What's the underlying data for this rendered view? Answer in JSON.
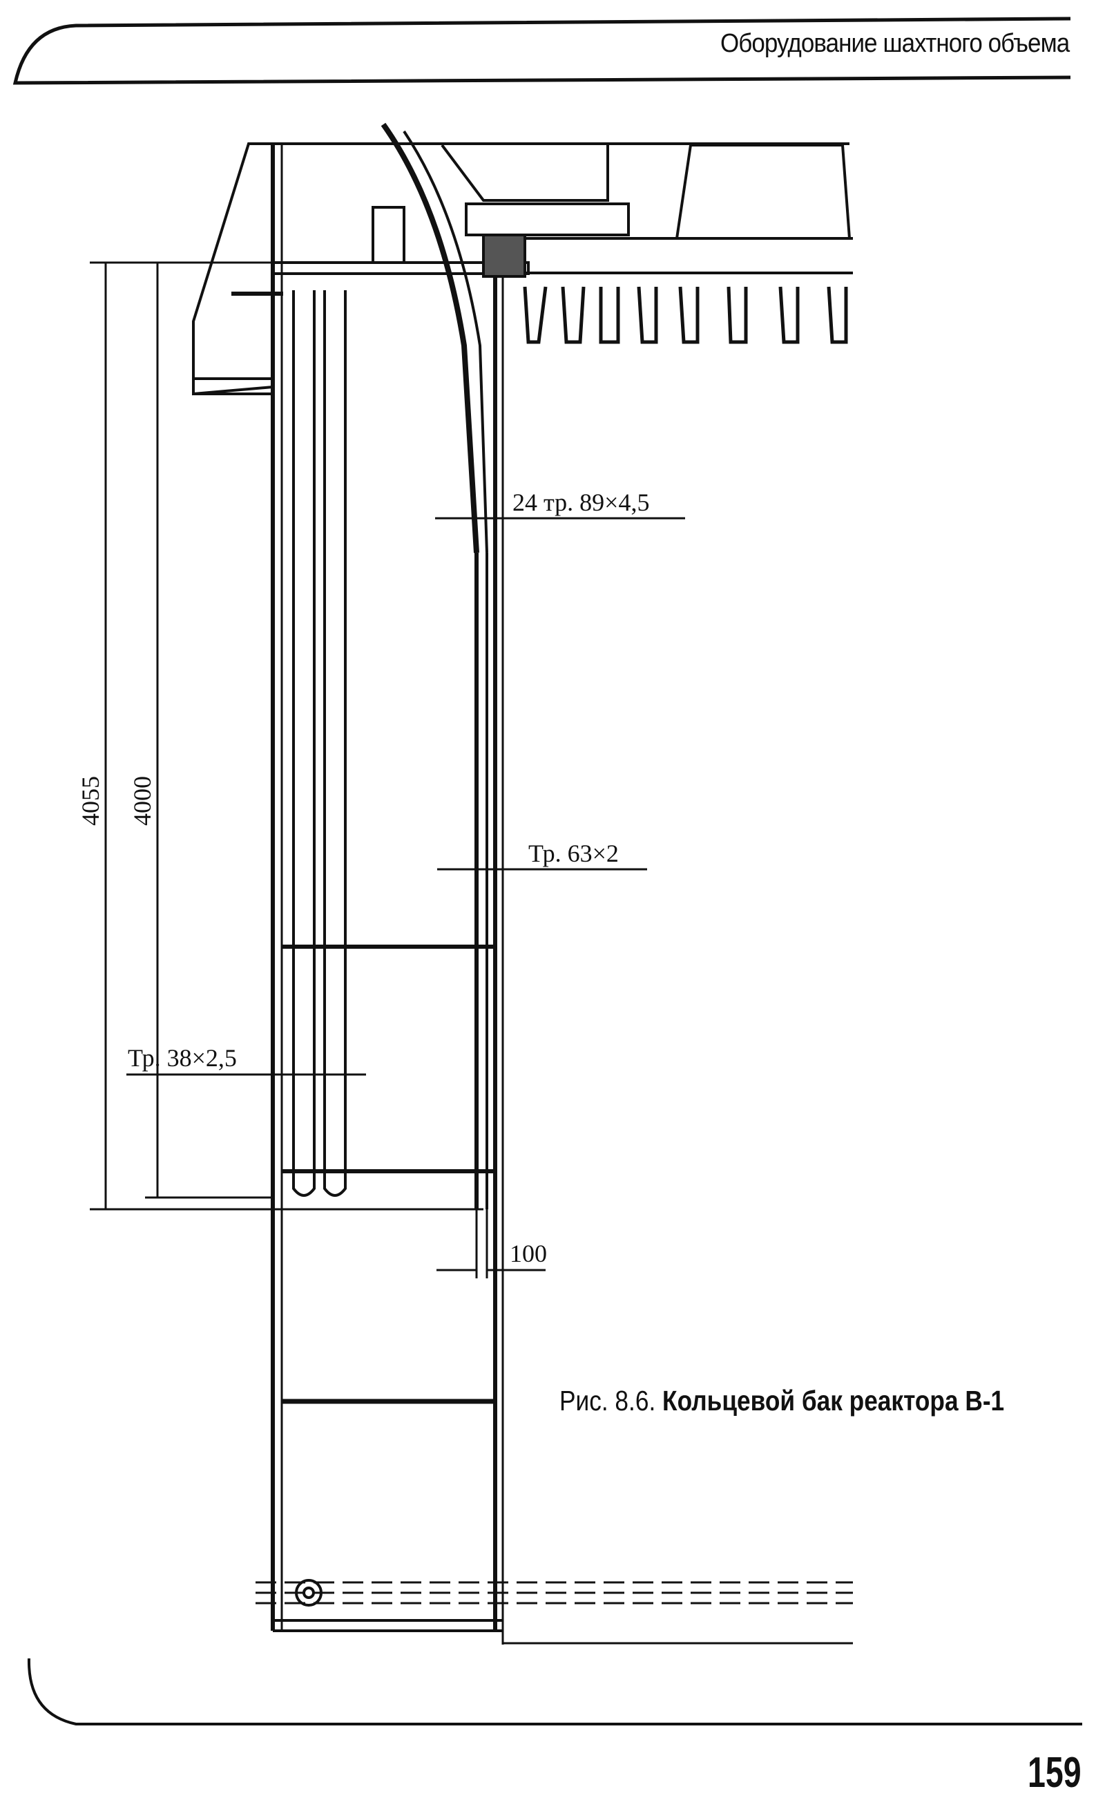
{
  "header": {
    "running_title": "Оборудование шахтного объема"
  },
  "figure": {
    "dimensions": {
      "overall_height": "4055",
      "tube_height": "4000",
      "pipe_89": "24 тр. 89×4,5",
      "pipe_63": "Тр. 63×2",
      "pipe_38": "Тр. 38×2,5",
      "gap": "100"
    },
    "caption": {
      "number": "Рис. 8.6.",
      "title": "Кольцевой бак реактора В-1"
    }
  },
  "footer": {
    "page_number": "159"
  }
}
